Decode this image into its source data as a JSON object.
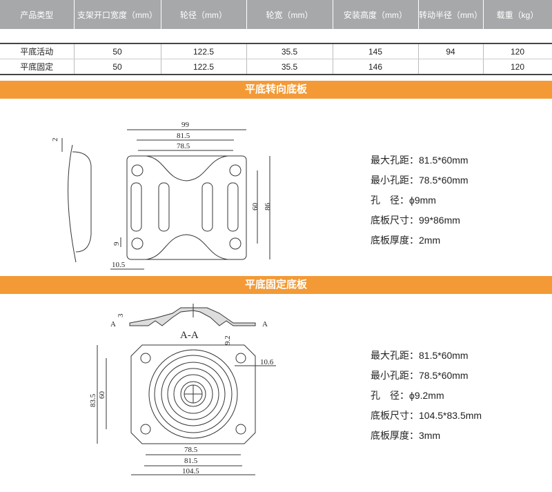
{
  "table": {
    "headers": [
      "产品类型",
      "支架开口宽度（mm）",
      "轮径（mm）",
      "轮宽（mm）",
      "安装高度（mm）",
      "转动半径（mm）",
      "载重（kg）"
    ],
    "rows": [
      [
        "平底活动",
        "50",
        "122.5",
        "35.5",
        "145",
        "94",
        "120"
      ],
      [
        "平底固定",
        "50",
        "122.5",
        "35.5",
        "146",
        "",
        "120"
      ]
    ]
  },
  "section1": {
    "title": "平底转向底板",
    "dims": {
      "width": "99",
      "max_hole": "81.5",
      "min_hole": "78.5",
      "hole_v": "60",
      "height": "86",
      "hole_d": "9",
      "edge": "10.5",
      "thick": "2"
    },
    "specs": [
      "最大孔距：81.5*60mm",
      "最小孔距：78.5*60mm",
      "孔　径：ϕ9mm",
      "底板尺寸：99*86mm",
      "底板厚度：2mm"
    ]
  },
  "section2": {
    "title": "平底固定底板",
    "dims": {
      "section": "A-A",
      "cut": "A",
      "thick": "3",
      "hole_d": "9.2",
      "edge": "10.6",
      "height": "83.5",
      "hole_v": "60",
      "min_hole": "78.5",
      "max_hole": "81.5",
      "width": "104.5"
    },
    "specs": [
      "最大孔距：81.5*60mm",
      "最小孔距：78.5*60mm",
      "孔　径：ϕ9.2mm",
      "底板尺寸：104.5*83.5mm",
      "底板厚度：3mm"
    ]
  }
}
